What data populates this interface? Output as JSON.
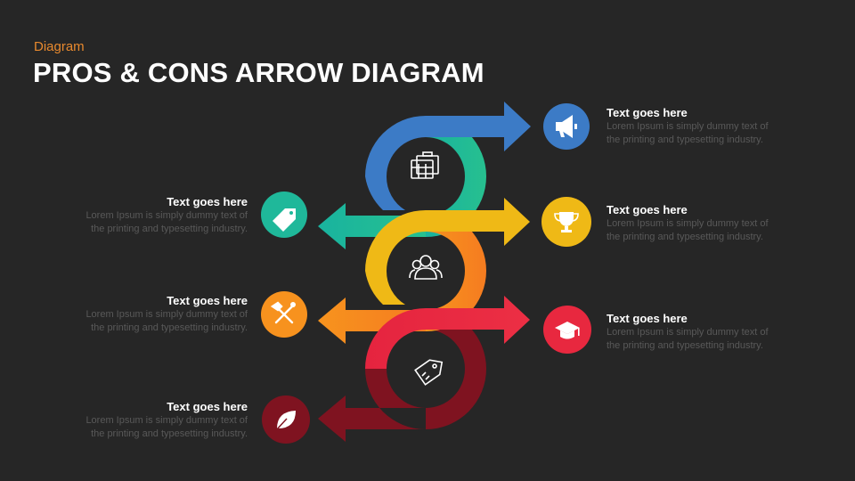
{
  "header": {
    "kicker": "Diagram",
    "title": "PROS & CONS ARROW DIAGRAM"
  },
  "colors": {
    "background": "#262626",
    "blue": "#3c7bc6",
    "teal": "#1fb89a",
    "yellow": "#efb916",
    "orange": "#f7921e",
    "red": "#e8283f",
    "maroon": "#7f1320",
    "kicker": "#e8892e",
    "body_text": "#595959"
  },
  "items": [
    {
      "side": "right",
      "color": "blue",
      "icon": "megaphone-icon",
      "heading": "Text goes here",
      "body": [
        "Lorem Ipsum is simply dummy text of",
        "the printing and typesetting industry."
      ]
    },
    {
      "side": "left",
      "color": "teal",
      "icon": "price-tag-icon",
      "heading": "Text goes here",
      "body": [
        "Lorem Ipsum is simply dummy text of",
        "the printing and typesetting industry."
      ]
    },
    {
      "side": "right",
      "color": "yellow",
      "icon": "trophy-icon",
      "heading": "Text goes here",
      "body": [
        "Lorem Ipsum is simply dummy text of",
        "the printing and typesetting industry."
      ]
    },
    {
      "side": "left",
      "color": "orange",
      "icon": "tools-icon",
      "heading": "Text goes here",
      "body": [
        "Lorem Ipsum is simply dummy text of",
        "the printing and typesetting industry."
      ]
    },
    {
      "side": "right",
      "color": "red",
      "icon": "graduation-cap-icon",
      "heading": "Text goes here",
      "body": [
        "Lorem Ipsum is simply dummy text of",
        "the printing and typesetting industry."
      ]
    },
    {
      "side": "left",
      "color": "maroon",
      "icon": "leaf-icon",
      "heading": "Text goes here",
      "body": [
        "Lorem Ipsum is simply dummy text of",
        "the printing and typesetting industry."
      ]
    }
  ],
  "center_icons": [
    "briefcase-icon",
    "team-icon",
    "tag-icon"
  ]
}
